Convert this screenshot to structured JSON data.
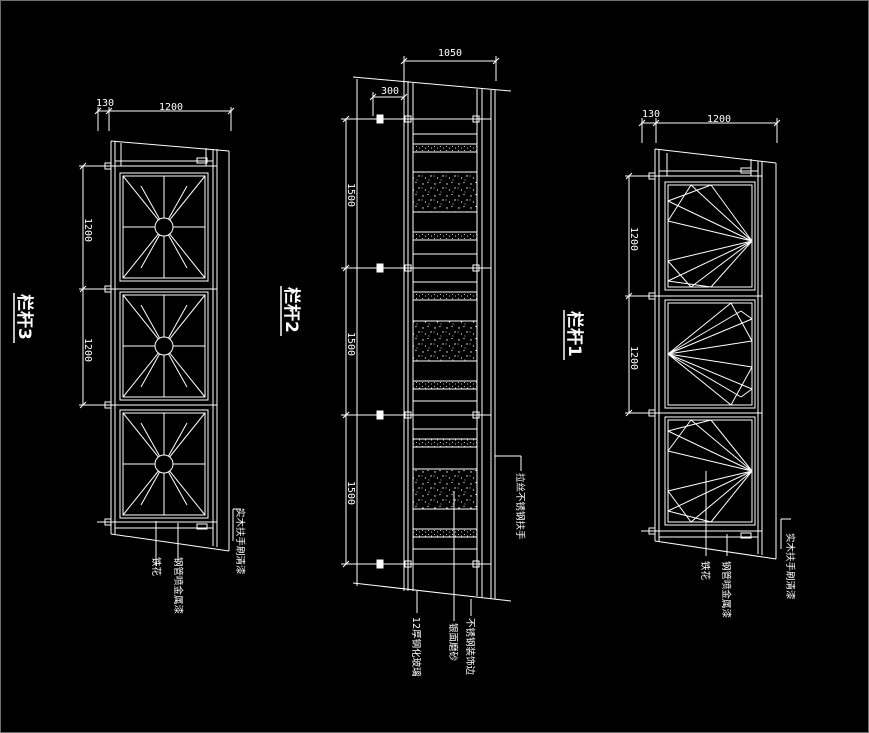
{
  "colors": {
    "background": "#000000",
    "line": "#ffffff",
    "frame": "#6e6e6e"
  },
  "railing3": {
    "title": "栏杆3",
    "dim_post": "130",
    "dim_width": "1200",
    "dim_heights": [
      "1200",
      "1200"
    ],
    "notes": [
      "铁花",
      "钢管喷金属漆",
      "实木扶手刷清漆"
    ]
  },
  "railing2": {
    "title": "栏杆2",
    "dim_width": "1050",
    "dim_post": "300",
    "dim_heights": [
      "1500",
      "1500",
      "1500"
    ],
    "notes": [
      "12厚钢化玻璃",
      "银面磨砂",
      "不锈钢装饰边",
      "拉丝不锈钢扶手"
    ]
  },
  "railing1": {
    "title": "栏杆1",
    "dim_post": "130",
    "dim_width": "1200",
    "dim_heights": [
      "1200",
      "1200"
    ],
    "notes": [
      "铁花",
      "钢管喷金属漆",
      "实木扶手刷清漆"
    ]
  }
}
